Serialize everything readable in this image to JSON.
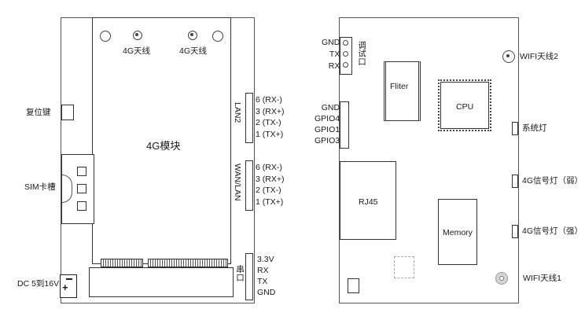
{
  "left_board": {
    "antenna_labels": [
      "4G天线",
      "4G天线"
    ],
    "module_label": "4G模块",
    "reset_label": "复位键",
    "sim_label": "SIM卡槽",
    "dc_label": "DC 5到16V",
    "dc_pin_mark": "+",
    "lan2": {
      "label": "LAN2",
      "pins": [
        "6 (RX-)",
        "3 (RX+)",
        "2 (TX-)",
        "1 (TX+)"
      ]
    },
    "wan_lan": {
      "label": "WAN/LAN",
      "pins": [
        "6 (RX-)",
        "3 (RX+)",
        "2 (TX-)",
        "1 (TX+)"
      ]
    },
    "serial": {
      "label": "串口",
      "pins": [
        "3.3V",
        "RX",
        "TX",
        "GND"
      ]
    }
  },
  "right_board": {
    "debug": {
      "pins": [
        "GND",
        "TX",
        "RX"
      ],
      "label": "调试口"
    },
    "gpio_pins": [
      "GND",
      "GPIO4",
      "GPIO1",
      "GPIO3"
    ],
    "filter_label": "Fliter",
    "cpu_label": "CPU",
    "rj45_label": "RJ45",
    "memory_label": "Memory",
    "wifi2_label": "WIFI天线2",
    "wifi1_label": "WIFI天线1",
    "system_light_label": "系统灯",
    "signal_weak_label": "4G信号灯（弱）",
    "signal_strong_label": "4G信号灯（强）"
  }
}
